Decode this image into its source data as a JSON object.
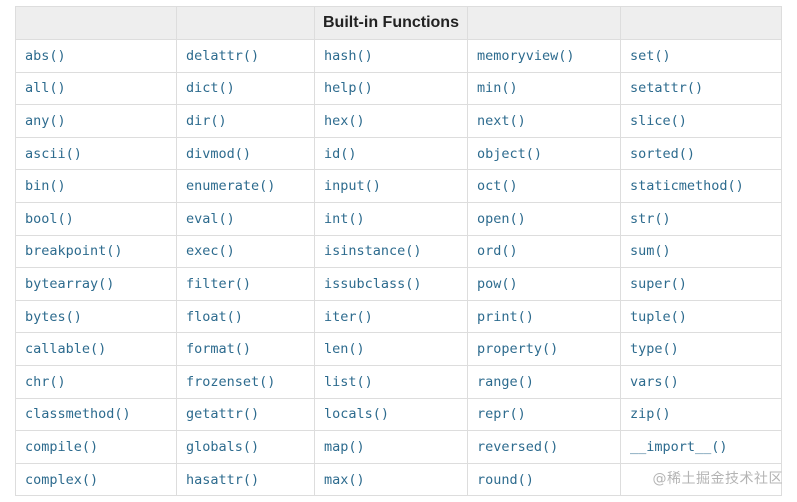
{
  "table": {
    "title": "Built-in Functions",
    "columns": [
      [
        "abs()",
        "all()",
        "any()",
        "ascii()",
        "bin()",
        "bool()",
        "breakpoint()",
        "bytearray()",
        "bytes()",
        "callable()",
        "chr()",
        "classmethod()",
        "compile()",
        "complex()"
      ],
      [
        "delattr()",
        "dict()",
        "dir()",
        "divmod()",
        "enumerate()",
        "eval()",
        "exec()",
        "filter()",
        "float()",
        "format()",
        "frozenset()",
        "getattr()",
        "globals()",
        "hasattr()"
      ],
      [
        "hash()",
        "help()",
        "hex()",
        "id()",
        "input()",
        "int()",
        "isinstance()",
        "issubclass()",
        "iter()",
        "len()",
        "list()",
        "locals()",
        "map()",
        "max()"
      ],
      [
        "memoryview()",
        "min()",
        "next()",
        "object()",
        "oct()",
        "open()",
        "ord()",
        "pow()",
        "print()",
        "property()",
        "range()",
        "repr()",
        "reversed()",
        "round()"
      ],
      [
        "set()",
        "setattr()",
        "slice()",
        "sorted()",
        "staticmethod()",
        "str()",
        "sum()",
        "super()",
        "tuple()",
        "type()",
        "vars()",
        "zip()",
        "__import__()",
        ""
      ]
    ]
  },
  "watermark": "@稀土掘金技术社区",
  "colors": {
    "link": "#2d6b8e",
    "header_bg": "#eeeeee",
    "border": "#dddddd"
  }
}
